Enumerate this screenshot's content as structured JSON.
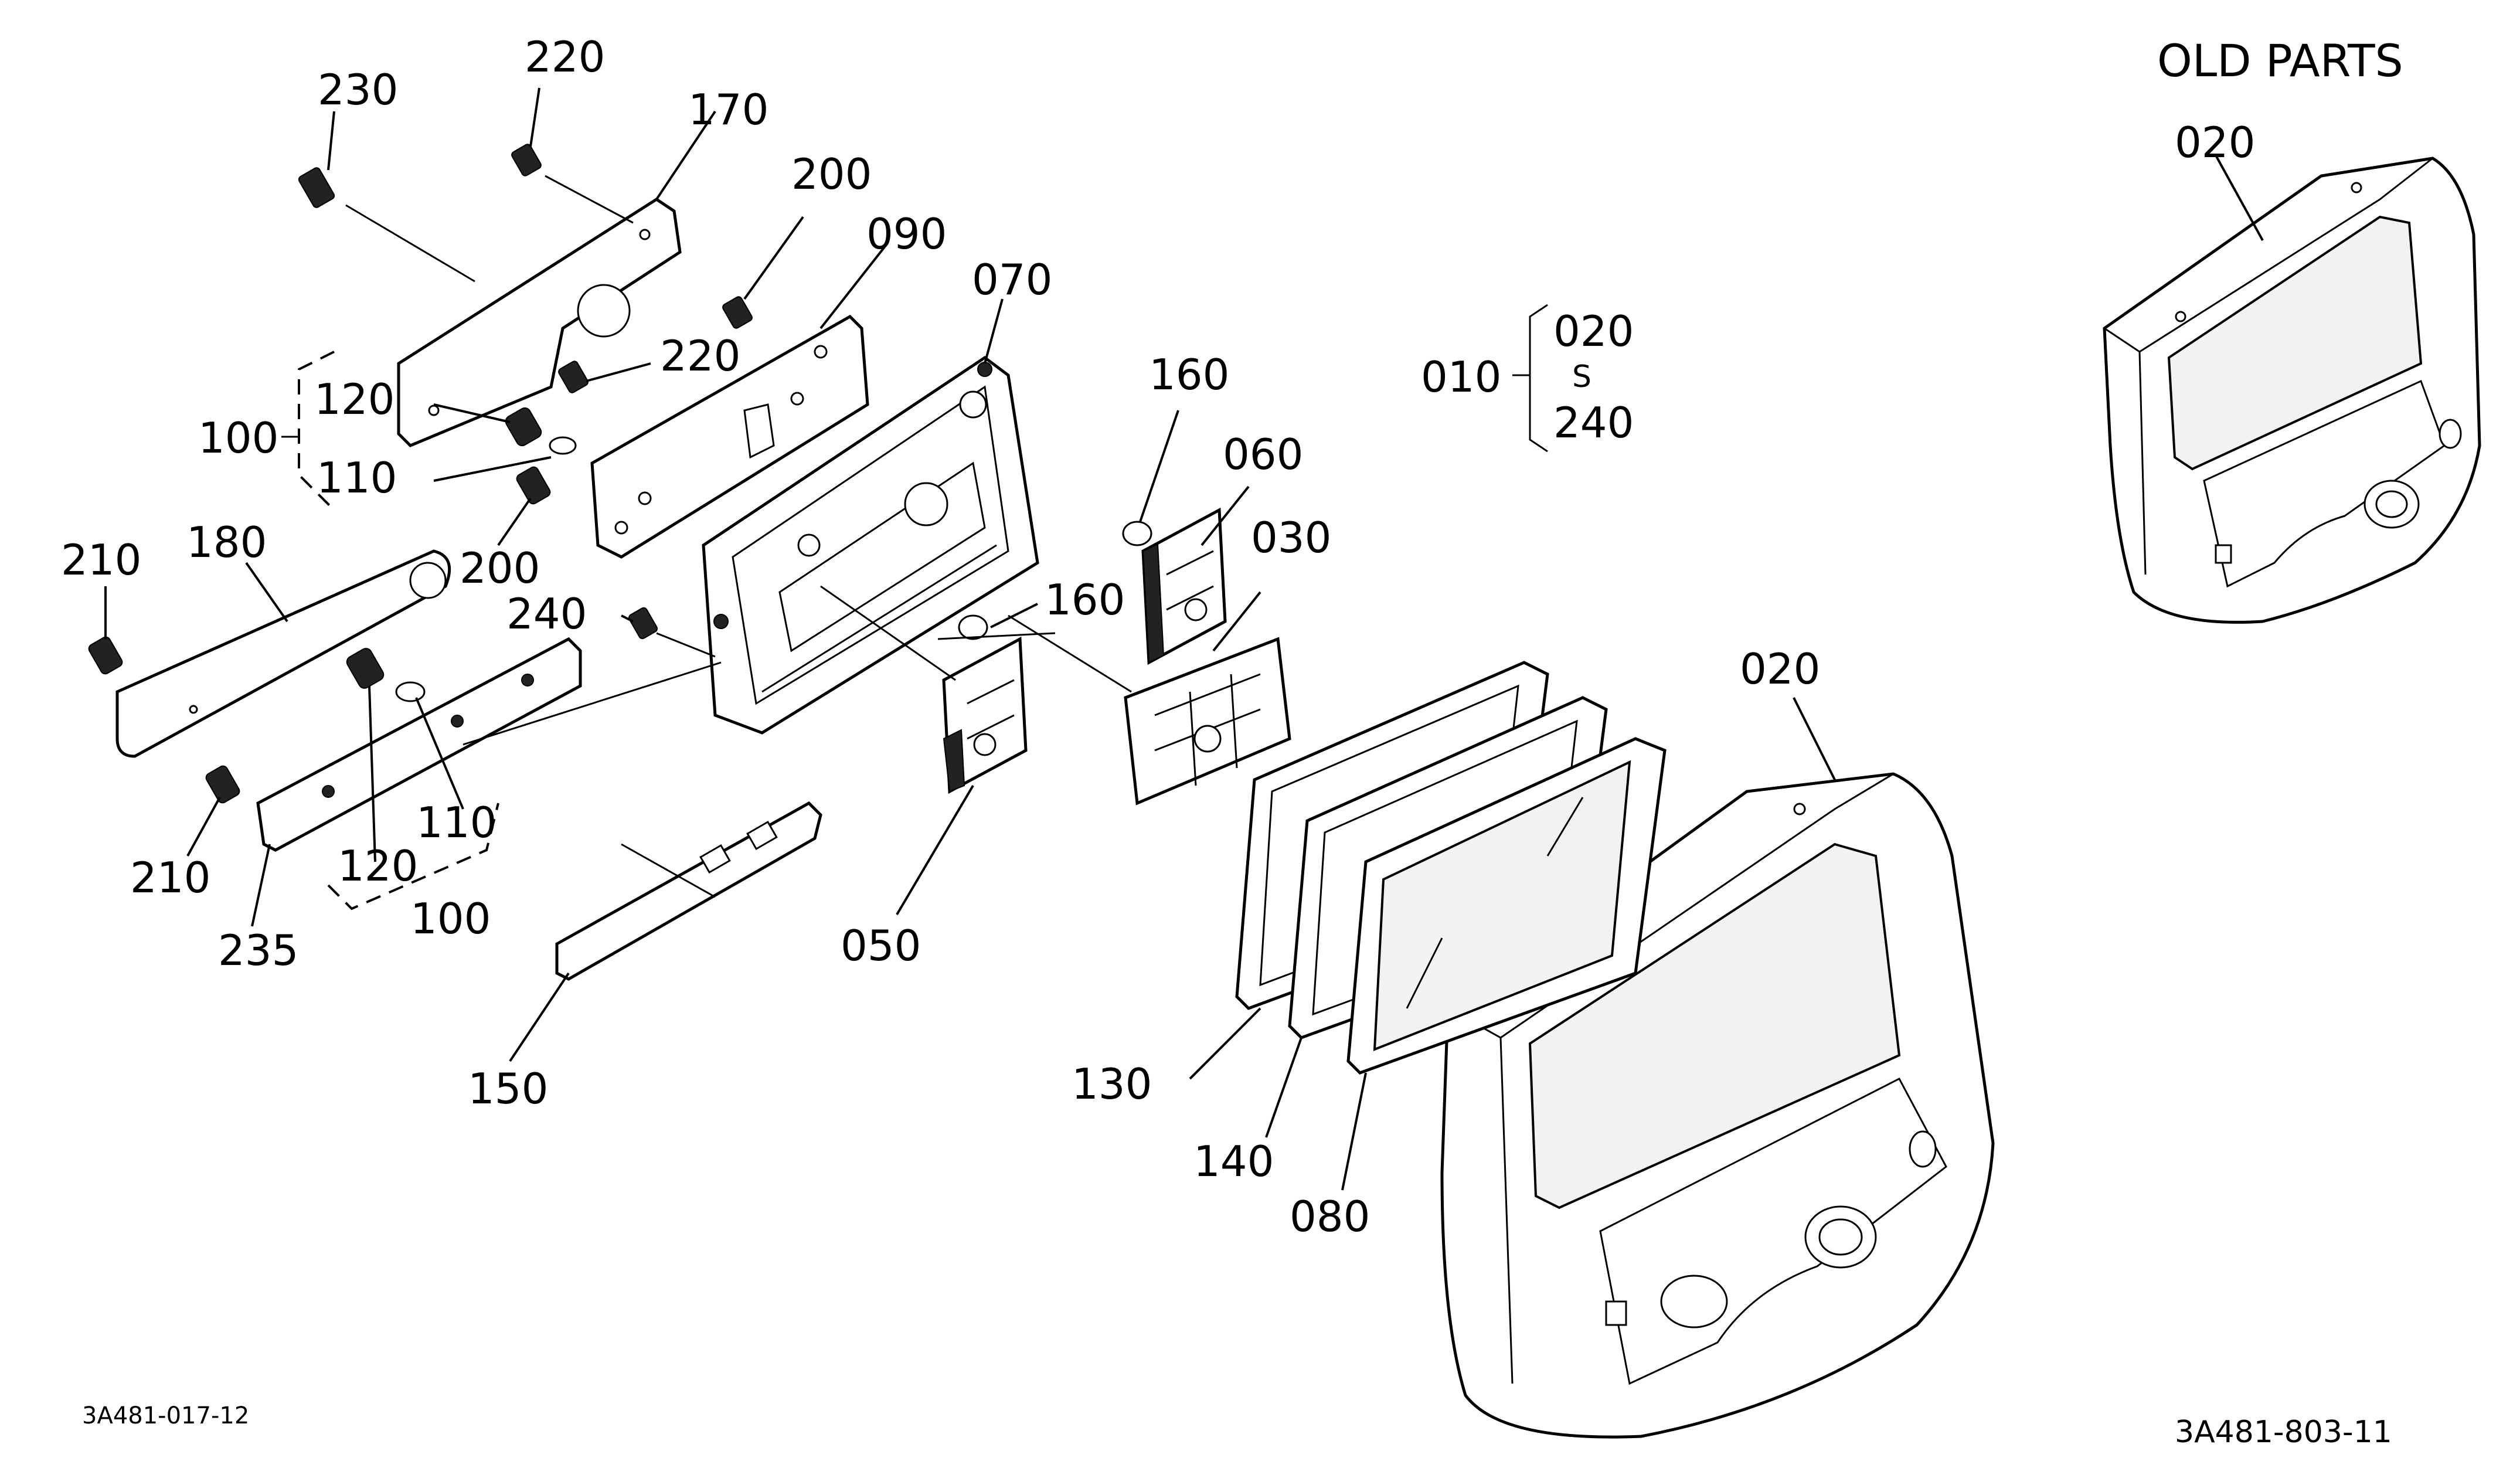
{
  "title": "OLD PARTS",
  "footer": {
    "left_code": "3A481-017-12",
    "right_code": "3A481-803-11"
  },
  "callouts": {
    "p230": "230",
    "p220_top": "220",
    "p170": "170",
    "p200_top": "200",
    "p090": "090",
    "p070": "070",
    "p220_mid": "220",
    "p120_top": "120",
    "p100_top": "100",
    "p110_top": "110",
    "p200_mid": "200",
    "p160_top": "160",
    "p060": "060",
    "p010": "010",
    "p020_group": "020",
    "group_tilde": "S",
    "p240_group": "240",
    "p020_old": "020",
    "p210_top": "210",
    "p180": "180",
    "p240": "240",
    "p160_mid": "160",
    "p030": "030",
    "p110_bot": "110",
    "p120_bot": "120",
    "p210_bot": "210",
    "p100_bot": "100",
    "p235": "235",
    "p050": "050",
    "p020_main": "020",
    "p150": "150",
    "p130": "130",
    "p140": "140",
    "p080": "080"
  }
}
